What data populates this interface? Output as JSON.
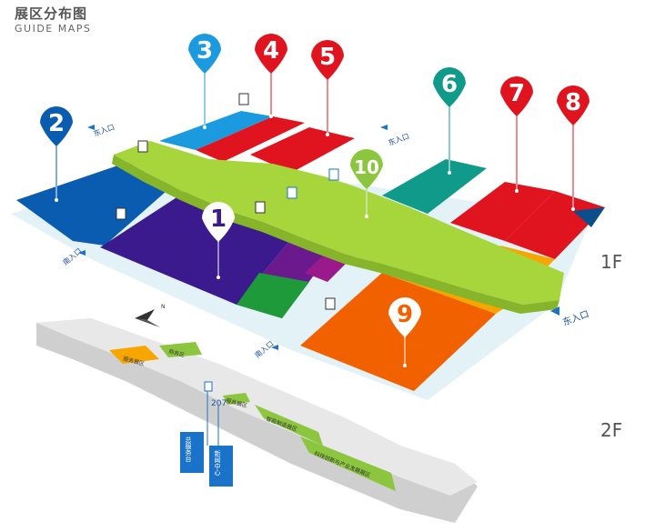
{
  "header": {
    "title": "展区分布图",
    "subtitle": "GUIDE MAPS"
  },
  "floors": {
    "f1": "1F",
    "f2": "2F"
  },
  "halls": [
    {
      "num": "1",
      "color": "#3a1a8c"
    },
    {
      "num": "2",
      "color": "#0a5cb0"
    },
    {
      "num": "3",
      "color": "#1b9ae0"
    },
    {
      "num": "4",
      "color": "#e0141e"
    },
    {
      "num": "5",
      "color": "#e0141e"
    },
    {
      "num": "6",
      "color": "#0f9a8a"
    },
    {
      "num": "7",
      "color": "#e0141e"
    },
    {
      "num": "8",
      "color": "#e0141e"
    },
    {
      "num": "9",
      "color": "#f26100"
    },
    {
      "num": "10",
      "color": "#8cc63f"
    }
  ],
  "entrances": {
    "east1": "东入口",
    "east2": "东入口",
    "south1": "南入口",
    "south2": "南入口",
    "east_main": "东入口"
  },
  "f2_labels": {
    "zone_a": "服务展区",
    "zone_b": "服务展区",
    "zone_c": "商务区",
    "zone_d": "智能制造展区",
    "zone_e": "科技创新与产业发展展区",
    "room": "207",
    "tag1": "总服务台",
    "tag2": "新闻中心"
  },
  "colors": {
    "corridor": "#a6d63c",
    "floor2": "#e6e6e6",
    "accent_blue": "#1a73c8"
  }
}
